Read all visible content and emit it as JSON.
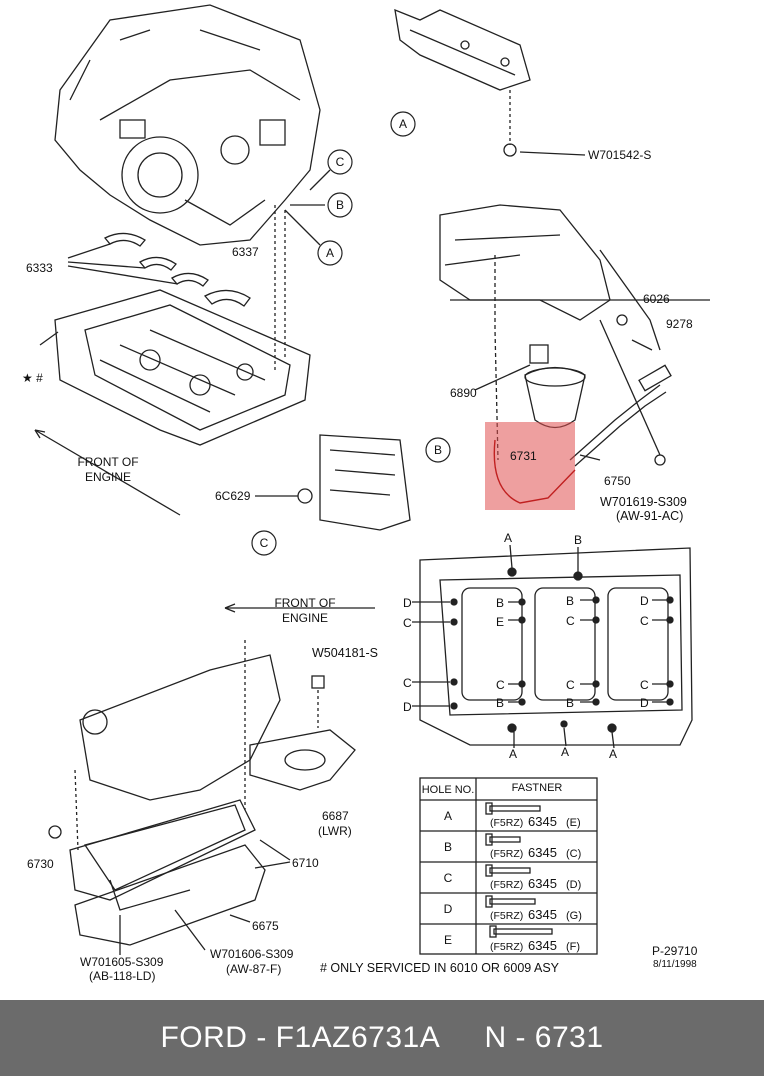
{
  "footer": {
    "brand": "FORD",
    "part_number": "F1AZ6731A",
    "ref": "N - 6731"
  },
  "callouts": {
    "a": "A",
    "b": "B",
    "c": "C"
  },
  "labels": {
    "p6333": "6333",
    "p6337": "6337",
    "star": "★ #",
    "front_engine_1": "FRONT OF",
    "front_engine_2": "ENGINE",
    "w701542": "W701542-S",
    "p6026": "6026",
    "p9278": "9278",
    "p6890": "6890",
    "p6731": "6731",
    "p6750": "6750",
    "w701619": "W701619-S309",
    "aw91": "(AW-91-AC)",
    "p6c629": "6C629",
    "w504181": "W504181-S",
    "p6687": "6687",
    "lwr": "(LWR)",
    "p6730": "6730",
    "p6710": "6710",
    "p6675": "6675",
    "w701605": "W701605-S309",
    "ab118": "(AB-118-LD)",
    "w701606": "W701606-S309",
    "aw87": "(AW-87-F)",
    "note": "# ONLY SERVICED IN 6010 OR 6009 ASY",
    "plate_no": "P-29710",
    "plate_date": "8/11/1998"
  },
  "fastener_table": {
    "headers": [
      "HOLE NO.",
      "FASTNER"
    ],
    "rows": [
      {
        "hole": "A",
        "prefix": "(F5RZ)",
        "num": "6345",
        "suffix": "(E)"
      },
      {
        "hole": "B",
        "prefix": "(F5RZ)",
        "num": "6345",
        "suffix": "(C)"
      },
      {
        "hole": "C",
        "prefix": "(F5RZ)",
        "num": "6345",
        "suffix": "(D)"
      },
      {
        "hole": "D",
        "prefix": "(F5RZ)",
        "num": "6345",
        "suffix": "(G)"
      },
      {
        "hole": "E",
        "prefix": "(F5RZ)",
        "num": "6345",
        "suffix": "(F)"
      }
    ]
  },
  "highlight_color": "#e05050"
}
